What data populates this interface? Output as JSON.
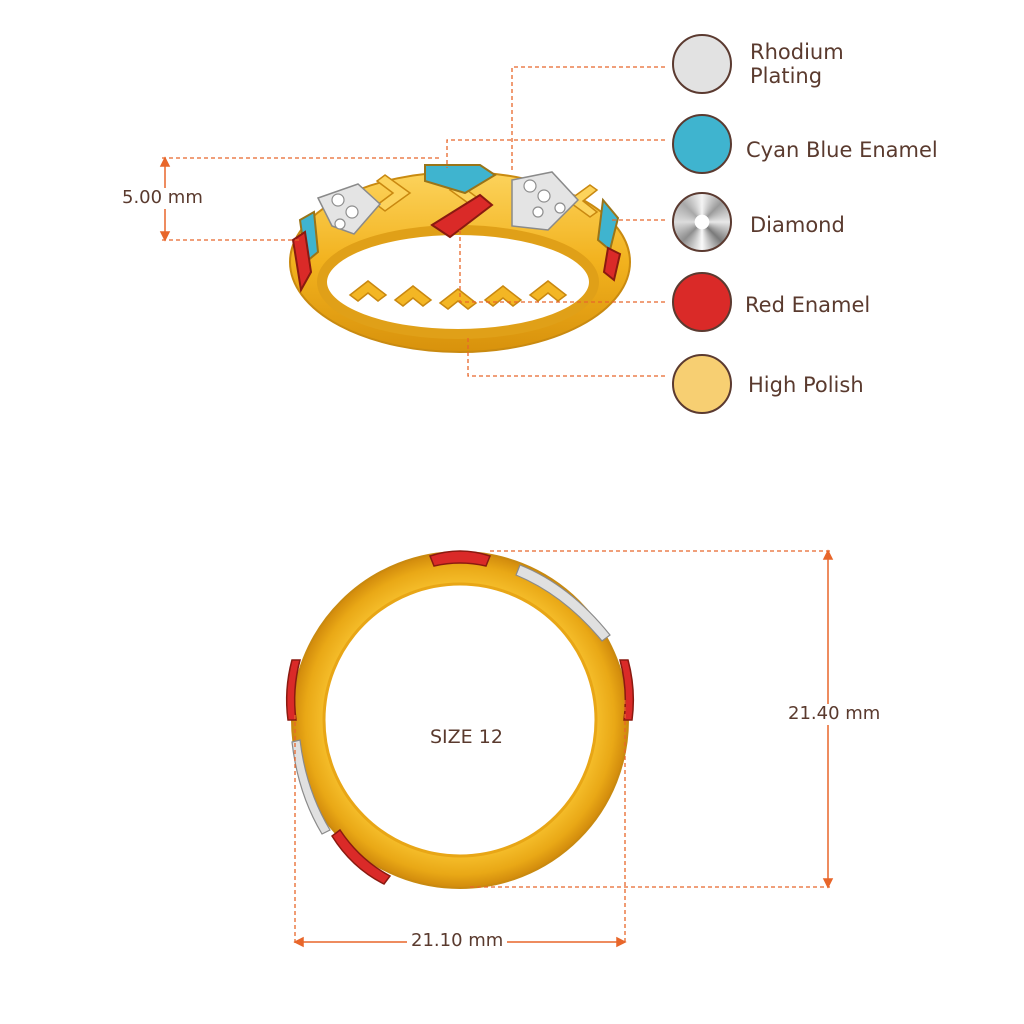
{
  "legend": {
    "rhodium": {
      "label_line1": "Rhodium",
      "label_line2": "Plating",
      "color": "#e2e2e2"
    },
    "cyan": {
      "label": "Cyan Blue Enamel",
      "color": "#3fb4cf"
    },
    "diamond": {
      "label": "Diamond"
    },
    "red": {
      "label": "Red Enamel",
      "color": "#da2a28"
    },
    "polish": {
      "label": "High Polish",
      "color": "#f7cf72"
    }
  },
  "dimensions": {
    "height": "5.00 mm",
    "outer_height": "21.40 mm",
    "outer_width": "21.10 mm"
  },
  "size_label": "SIZE 12",
  "colors": {
    "dim_line": "#e8662a",
    "leader": "#e8662a",
    "gold": "#f2b21e",
    "gold_dark": "#d8920c",
    "gold_light": "#fcd25a"
  }
}
